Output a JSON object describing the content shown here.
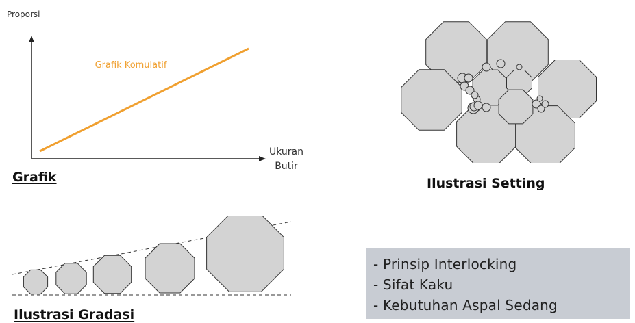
{
  "graph": {
    "y_label": "Proporsi",
    "x_label": "Ukuran Butir",
    "series_label": "Grafik Komulatif",
    "caption": "Grafik",
    "line_color": "#f0a030"
  },
  "setting": {
    "caption": "Ilustrasi Setting"
  },
  "gradation": {
    "caption": "Ilustrasi Gradasi"
  },
  "properties": {
    "items": [
      "- Prinsip Interlocking",
      "- Sifat Kaku",
      "- Kebutuhan Aspal Sedang"
    ]
  },
  "colors": {
    "particle_fill": "#d3d3d3",
    "particle_stroke": "#333333",
    "box_fill": "#c8ccd3"
  }
}
